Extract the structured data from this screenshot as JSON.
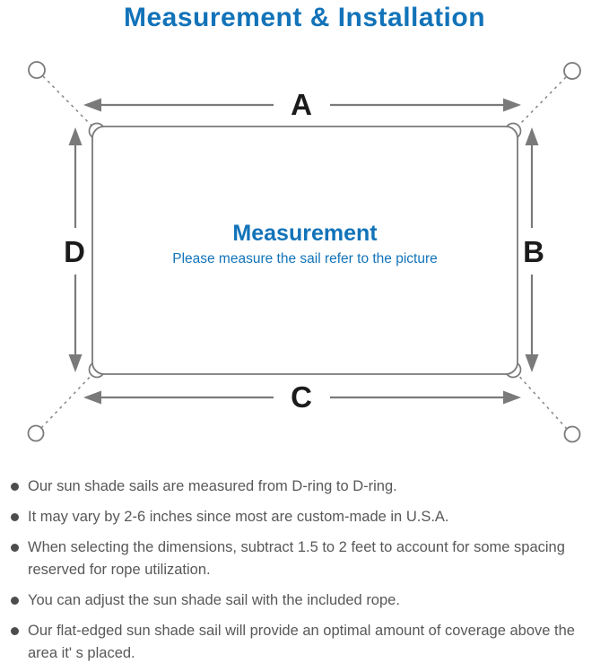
{
  "title": "Measurement & Installation",
  "diagram": {
    "labels": {
      "top": "A",
      "right": "B",
      "bottom": "C",
      "left": "D"
    },
    "center_heading": "Measurement",
    "center_subtext": "Please measure the sail refer to the picture"
  },
  "notes": [
    "Our sun shade sails are measured from D-ring to D-ring.",
    "It may vary by 2-6 inches since most are custom-made in U.S.A.",
    "When selecting the dimensions, subtract 1.5 to 2 feet to account for some spacing reserved for rope utilization.",
    "You can adjust the sun shade sail with the included rope.",
    "Our flat-edged sun shade sail will provide an optimal amount of coverage above the area it' s placed."
  ],
  "colors": {
    "accent_blue": "#1273b9",
    "diagram_line_gray": "#7a7a7a",
    "dimension_label_black": "#1b1b1b",
    "note_text_gray": "#585858"
  }
}
